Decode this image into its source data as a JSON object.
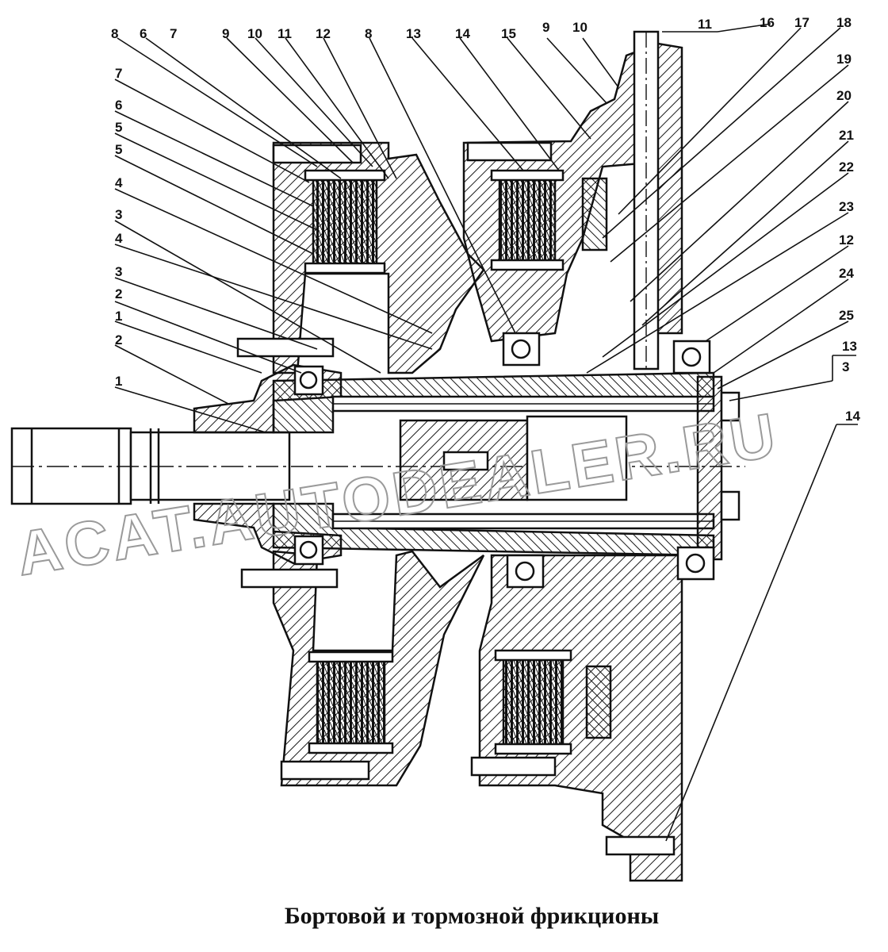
{
  "caption": "Бортовой и тормозной фрикционы",
  "watermark": "ACAT.AUTODEALER.RU",
  "colors": {
    "ink": "#111111",
    "hatch": "#1a1a1a",
    "watermark": "#9a9a9a"
  },
  "callouts": {
    "top": [
      "8",
      "6",
      "7",
      "9",
      "10",
      "11",
      "12",
      "8",
      "13",
      "14",
      "15",
      "9",
      "10",
      "11",
      "16",
      "17",
      "18"
    ],
    "left": [
      "7",
      "6",
      "5",
      "5",
      "4",
      "3",
      "4",
      "3",
      "2",
      "1",
      "2",
      "1"
    ],
    "right": [
      "19",
      "20",
      "21",
      "22",
      "23",
      "12",
      "24",
      "25",
      "13",
      "3",
      "14"
    ]
  }
}
